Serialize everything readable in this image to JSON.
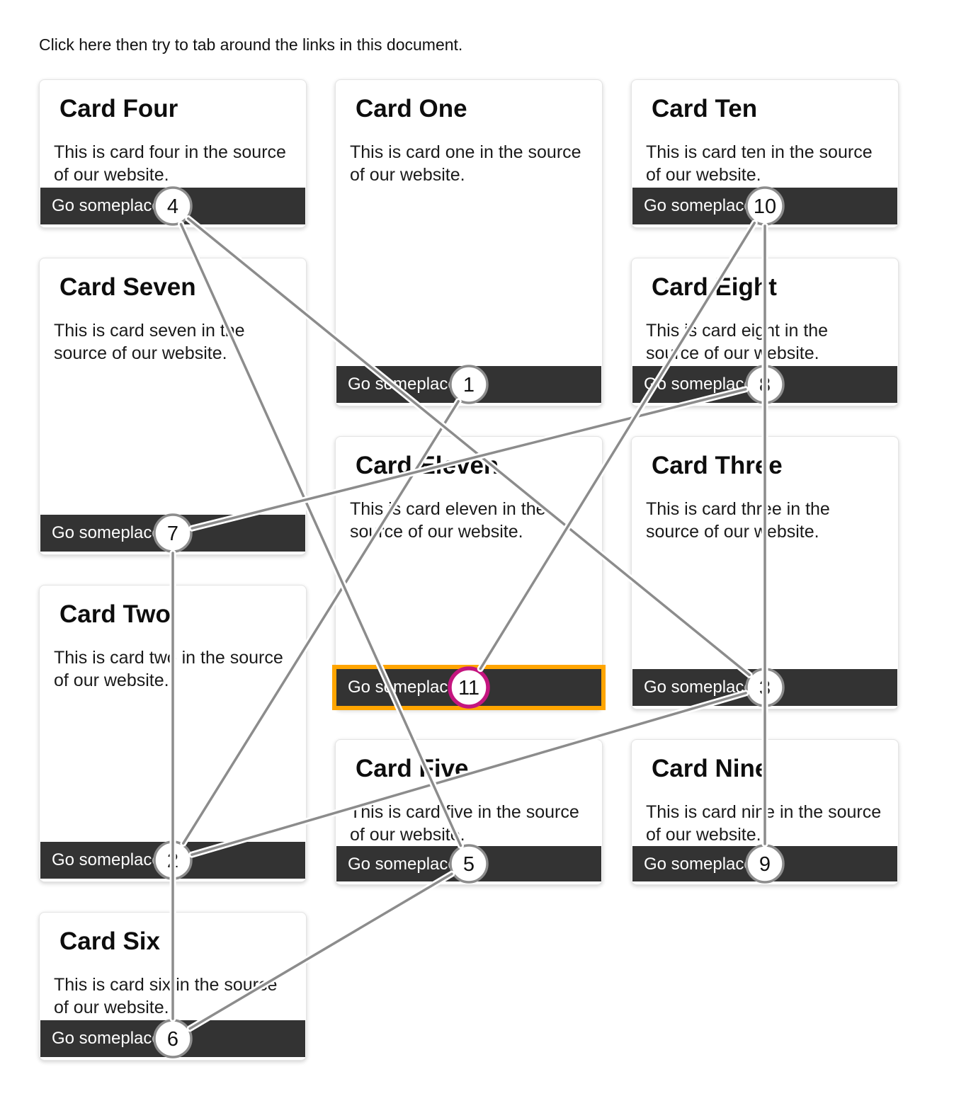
{
  "page": {
    "instruction": "Click here then try to tab around the links in this document."
  },
  "cards": [
    {
      "title": "Card Four",
      "body": "This is card four in the source of our website.",
      "link_label": "Go someplace",
      "tab_order": 4,
      "focused": false
    },
    {
      "title": "Card Seven",
      "body": "This is card seven in the source of our website.",
      "link_label": "Go someplace",
      "tab_order": 7,
      "focused": false
    },
    {
      "title": "Card Two",
      "body": "This is card two in the source of our website.",
      "link_label": "Go someplace",
      "tab_order": 2,
      "focused": false
    },
    {
      "title": "Card Six",
      "body": "This is card six in the source of our website.",
      "link_label": "Go someplace",
      "tab_order": 6,
      "focused": false
    },
    {
      "title": "Card One",
      "body": "This is card one in the source of our website.",
      "link_label": "Go someplace",
      "tab_order": 1,
      "focused": false
    },
    {
      "title": "Card Eleven",
      "body": "This is card eleven in the source of our website.",
      "link_label": "Go someplace",
      "tab_order": 11,
      "focused": true
    },
    {
      "title": "Card Five",
      "body": "This is card five in the source of our website.",
      "link_label": "Go someplace",
      "tab_order": 5,
      "focused": false
    },
    {
      "title": "Card Ten",
      "body": "This is card ten in the source of our website.",
      "link_label": "Go someplace",
      "tab_order": 10,
      "focused": false
    },
    {
      "title": "Card Eight",
      "body": "This is card eight in the source of our website.",
      "link_label": "Go someplace",
      "tab_order": 8,
      "focused": false
    },
    {
      "title": "Card Three",
      "body": "This is card three in the source of our website.",
      "link_label": "Go someplace",
      "tab_order": 3,
      "focused": false
    },
    {
      "title": "Card Nine",
      "body": "This is card nine in the source of our website.",
      "link_label": "Go someplace",
      "tab_order": 9,
      "focused": false
    }
  ],
  "tab_overlay": {
    "sequence": [
      1,
      2,
      3,
      4,
      5,
      6,
      7,
      8,
      9,
      10,
      11
    ]
  },
  "colors": {
    "button_bg": "#333333",
    "button_text": "#ffffff",
    "line": "#8c8c8c",
    "circle_fill": "#ffffff",
    "circle_ring": "#8c8c8c",
    "circle_number": "#111111",
    "focused_circle_ring": "#c4157f",
    "focus_outline": "#ffa500",
    "card_border": "#e4e4e4"
  }
}
